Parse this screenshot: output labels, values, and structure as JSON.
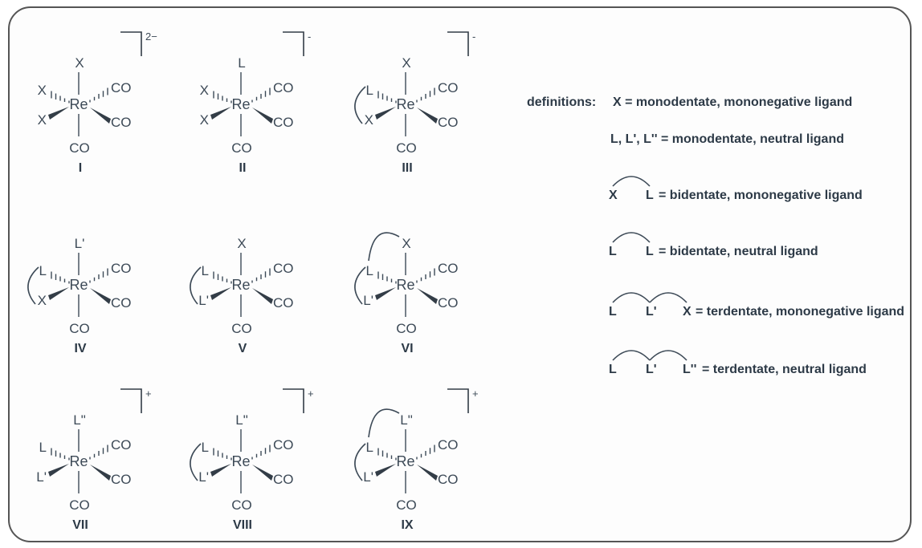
{
  "structures": [
    {
      "numeral": "I",
      "charge": "2−",
      "top": "X",
      "upper_left": "X",
      "lower_left": "X",
      "bottom": "CO",
      "right_upper": "CO",
      "right_lower": "CO",
      "metal": "Re",
      "ring_left": false,
      "ring_top": false
    },
    {
      "numeral": "II",
      "charge": "-",
      "top": "L",
      "upper_left": "X",
      "lower_left": "X",
      "bottom": "CO",
      "right_upper": "CO",
      "right_lower": "CO",
      "metal": "Re",
      "ring_left": false,
      "ring_top": false
    },
    {
      "numeral": "III",
      "charge": "-",
      "top": "X",
      "upper_left": "L",
      "lower_left": "X",
      "bottom": "CO",
      "right_upper": "CO",
      "right_lower": "CO",
      "metal": "Re",
      "ring_left": true,
      "ring_top": false
    },
    {
      "numeral": "IV",
      "charge": "",
      "top": "L'",
      "upper_left": "L",
      "lower_left": "X",
      "bottom": "CO",
      "right_upper": "CO",
      "right_lower": "CO",
      "metal": "Re",
      "ring_left": true,
      "ring_top": false
    },
    {
      "numeral": "V",
      "charge": "",
      "top": "X",
      "upper_left": "L",
      "lower_left": "L'",
      "bottom": "CO",
      "right_upper": "CO",
      "right_lower": "CO",
      "metal": "Re",
      "ring_left": true,
      "ring_top": false
    },
    {
      "numeral": "VI",
      "charge": "",
      "top": "X",
      "upper_left": "L",
      "lower_left": "L'",
      "bottom": "CO",
      "right_upper": "CO",
      "right_lower": "CO",
      "metal": "Re",
      "ring_left": true,
      "ring_top": true
    },
    {
      "numeral": "VII",
      "charge": "+",
      "top": "L\"",
      "upper_left": "L",
      "lower_left": "L'",
      "bottom": "CO",
      "right_upper": "CO",
      "right_lower": "CO",
      "metal": "Re",
      "ring_left": false,
      "ring_top": false
    },
    {
      "numeral": "VIII",
      "charge": "+",
      "top": "L\"",
      "upper_left": "L",
      "lower_left": "L'",
      "bottom": "CO",
      "right_upper": "CO",
      "right_lower": "CO",
      "metal": "Re",
      "ring_left": true,
      "ring_top": false
    },
    {
      "numeral": "IX",
      "charge": "+",
      "top": "L\"",
      "upper_left": "L",
      "lower_left": "L'",
      "bottom": "CO",
      "right_upper": "CO",
      "right_lower": "CO",
      "metal": "Re",
      "ring_left": true,
      "ring_top": true
    }
  ],
  "definitions": {
    "lead": "definitions:",
    "items": [
      {
        "atoms": [
          "X"
        ],
        "arcs": 0,
        "text": "= monodentate, mononegative ligand"
      },
      {
        "atoms": [
          "L, L', L''"
        ],
        "arcs": 0,
        "text": "= monodentate, neutral ligand"
      },
      {
        "atoms": [
          "X",
          "L"
        ],
        "arcs": 1,
        "text": "= bidentate, mononegative ligand"
      },
      {
        "atoms": [
          "L",
          "L"
        ],
        "arcs": 1,
        "text": "= bidentate, neutral ligand"
      },
      {
        "atoms": [
          "L",
          "L'",
          "X"
        ],
        "arcs": 2,
        "text": "= terdentate, mononegative ligand"
      },
      {
        "atoms": [
          "L",
          "L'",
          "L''"
        ],
        "arcs": 2,
        "text": "= terdentate, neutral ligand"
      }
    ]
  }
}
